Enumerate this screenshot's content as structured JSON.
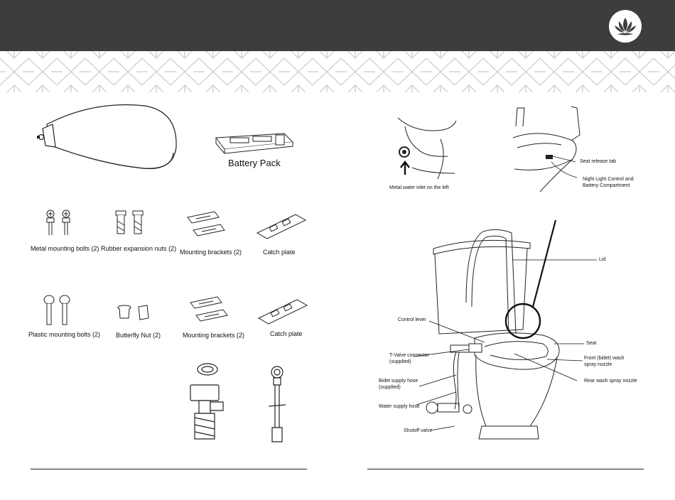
{
  "parts": {
    "battery_pack": "Battery Pack",
    "metal_bolts": "Metal mounting bolts (2)",
    "rubber_nuts": "Rubber expansion nuts (2)",
    "mounting_brackets_1": "Mounting brackets (2)",
    "catch_plate_1": "Catch plate",
    "plastic_bolts": "Plastic mounting bolts (2)",
    "butterfly_nut": "Butterfly Nut (2)",
    "mounting_brackets_2": "Mounting brackets (2)",
    "catch_plate_2": "Catch plate"
  },
  "callouts": {
    "metal_inlet": "Metal water inlet on the left",
    "seat_release": "Seat release tab",
    "night_light_1": "Night Light Control and",
    "night_light_2": "Battery Compartment",
    "lid": "Lid",
    "control_lever": "Control lever",
    "seat": "Seat",
    "tvalve_1": "T-Valve connector",
    "tvalve_2": "(supplied)",
    "front_wash_1": "Front (bidet) wash",
    "front_wash_2": "spray nozzle",
    "rear_wash": "Rear wash spray nozzle",
    "bidet_hose_1": "Bidet supply hose",
    "bidet_hose_2": "(supplied)",
    "water_hose": "Water supply hose",
    "shutoff": "Shutoff valve"
  },
  "colors": {
    "header": "#3d3d3d",
    "band_line": "#c9c9c9"
  },
  "icons": {
    "logo": "lotus-logo-icon"
  }
}
